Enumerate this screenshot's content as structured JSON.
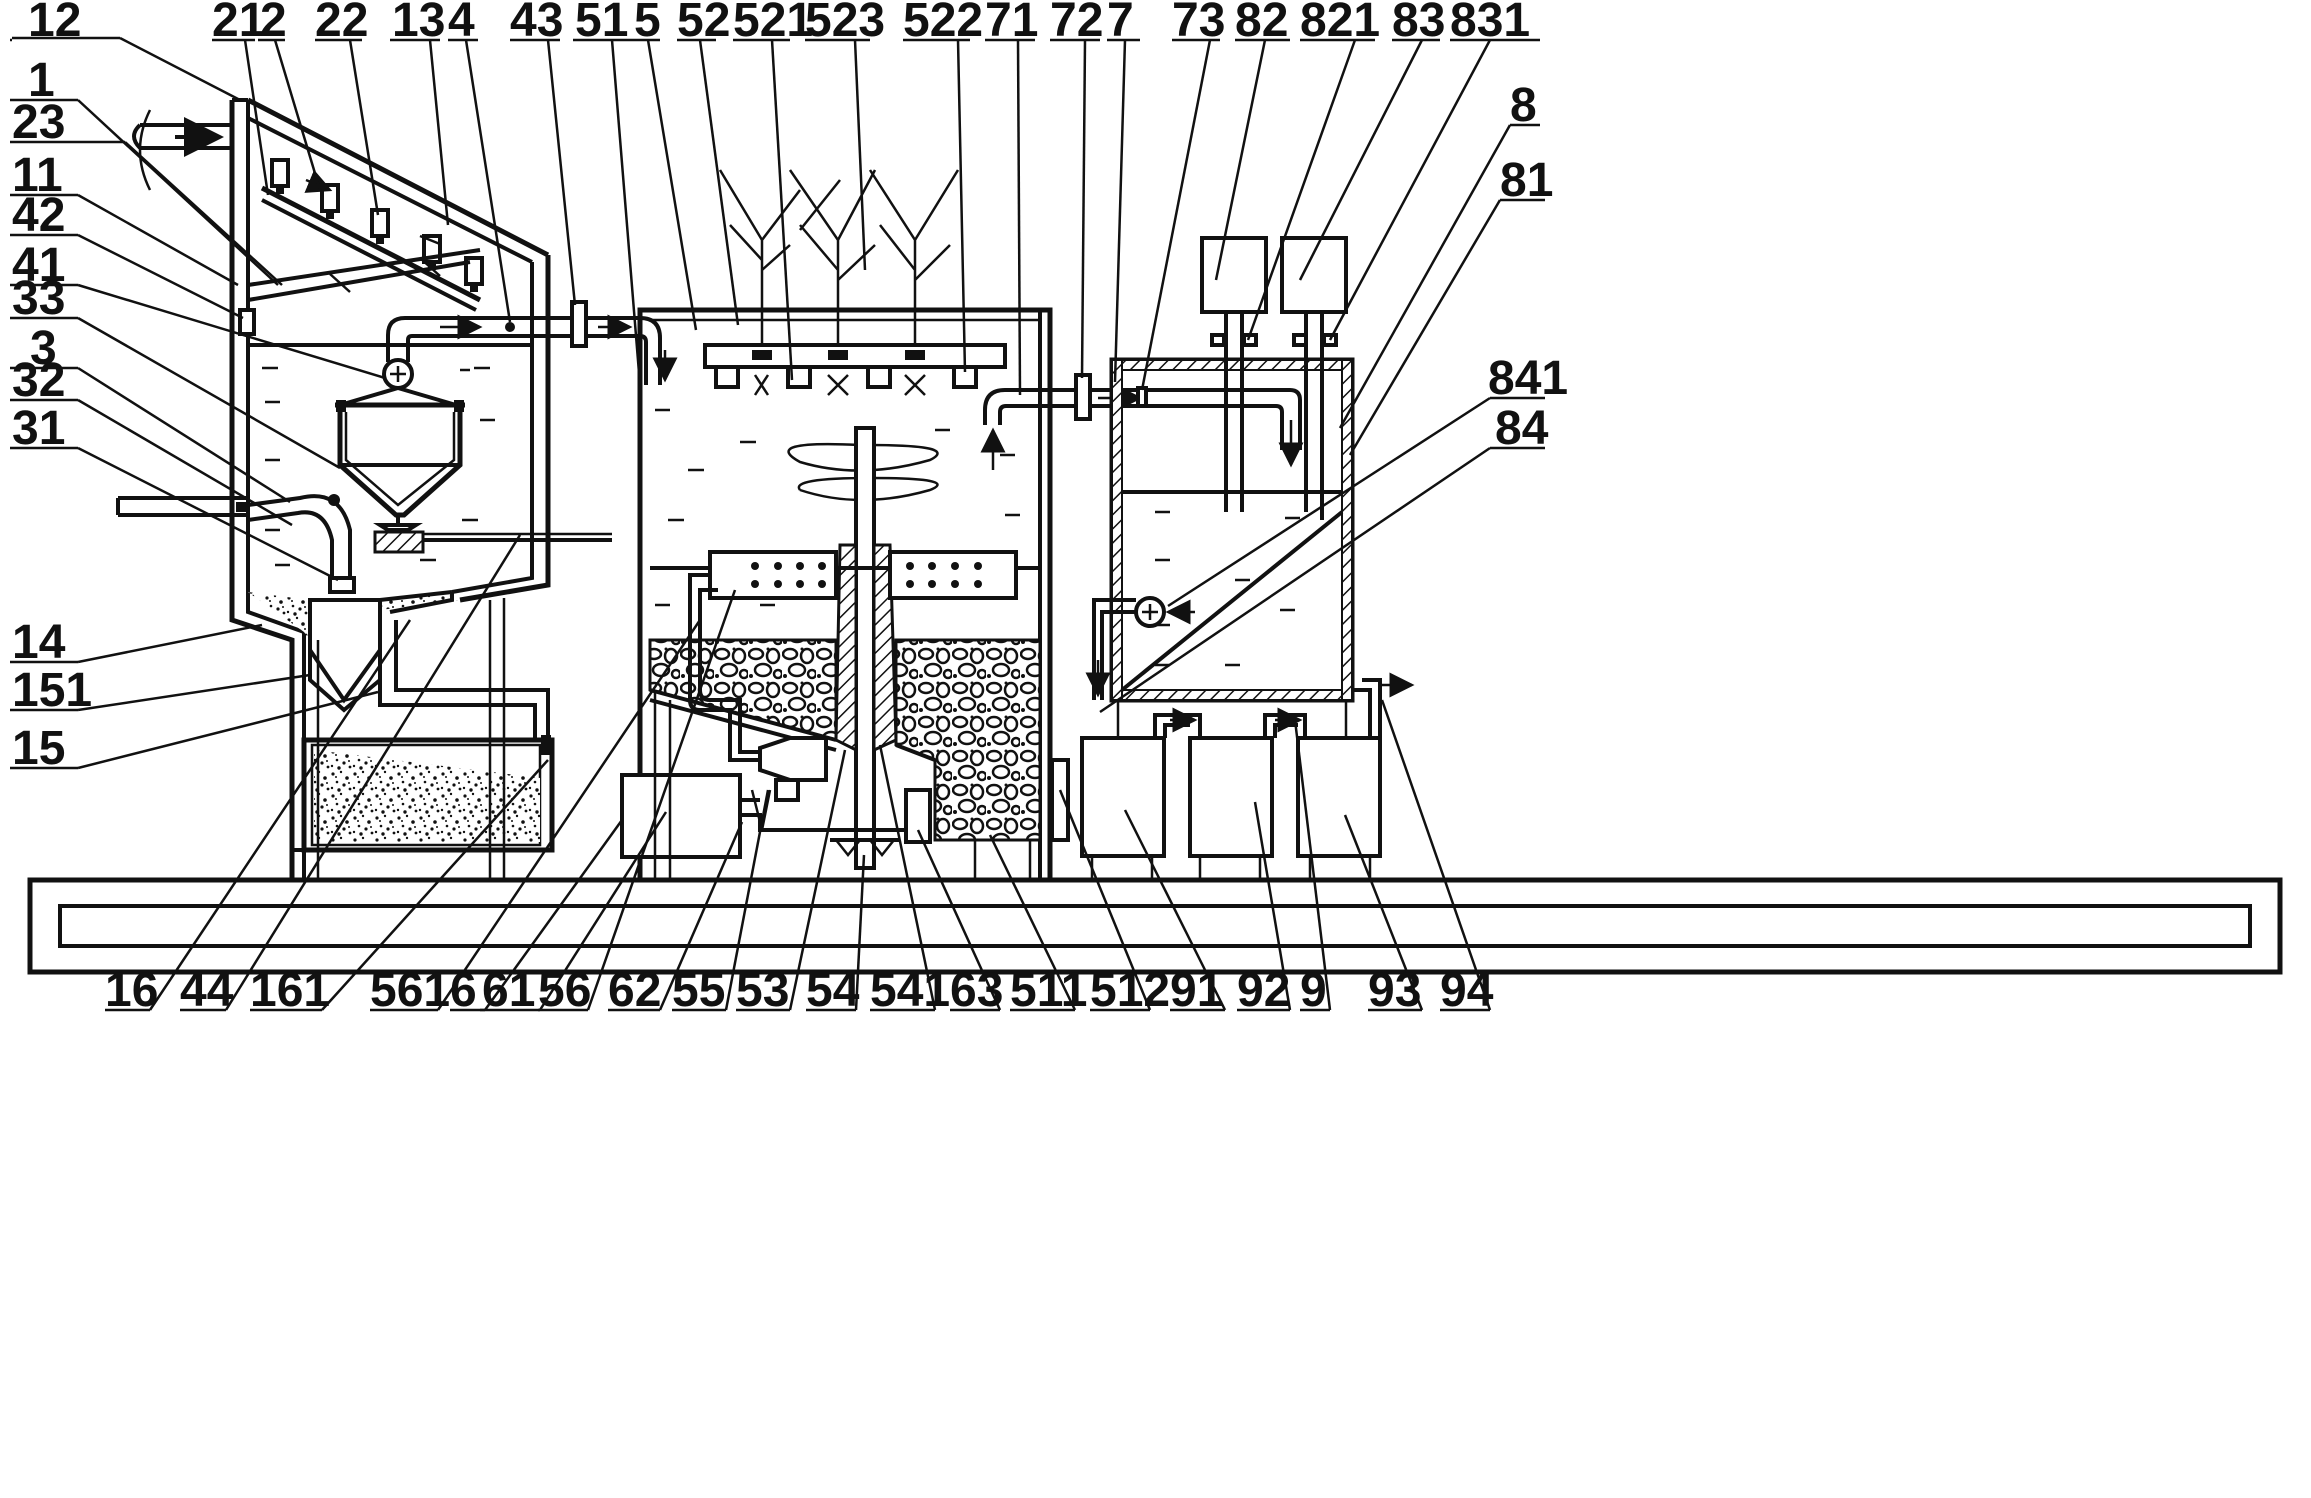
{
  "labels_top": [
    {
      "id": "l12",
      "text": "12"
    },
    {
      "id": "l21",
      "text": "21"
    },
    {
      "id": "l2",
      "text": "2"
    },
    {
      "id": "l22",
      "text": "22"
    },
    {
      "id": "l13",
      "text": "13"
    },
    {
      "id": "l4",
      "text": "4"
    },
    {
      "id": "l43",
      "text": "43"
    },
    {
      "id": "l51",
      "text": "51"
    },
    {
      "id": "l5",
      "text": "5"
    },
    {
      "id": "l52",
      "text": "52"
    },
    {
      "id": "l521",
      "text": "521"
    },
    {
      "id": "l523",
      "text": "523"
    },
    {
      "id": "l522",
      "text": "522"
    },
    {
      "id": "l71",
      "text": "71"
    },
    {
      "id": "l72",
      "text": "72"
    },
    {
      "id": "l7",
      "text": "7"
    },
    {
      "id": "l73",
      "text": "73"
    },
    {
      "id": "l82",
      "text": "82"
    },
    {
      "id": "l821",
      "text": "821"
    },
    {
      "id": "l83",
      "text": "83"
    },
    {
      "id": "l831",
      "text": "831"
    }
  ],
  "labels_left": [
    {
      "id": "l1",
      "text": "1"
    },
    {
      "id": "l23",
      "text": "23"
    },
    {
      "id": "l11",
      "text": "11"
    },
    {
      "id": "l42",
      "text": "42"
    },
    {
      "id": "l41",
      "text": "41"
    },
    {
      "id": "l33",
      "text": "33"
    },
    {
      "id": "l3",
      "text": "3"
    },
    {
      "id": "l32",
      "text": "32"
    },
    {
      "id": "l31",
      "text": "31"
    },
    {
      "id": "l14",
      "text": "14"
    },
    {
      "id": "l151",
      "text": "151"
    },
    {
      "id": "l15",
      "text": "15"
    }
  ],
  "labels_right": [
    {
      "id": "l8",
      "text": "8"
    },
    {
      "id": "l81",
      "text": "81"
    },
    {
      "id": "l841",
      "text": "841"
    },
    {
      "id": "l84",
      "text": "84"
    }
  ],
  "labels_bottom": [
    {
      "id": "l16",
      "text": "16"
    },
    {
      "id": "l44",
      "text": "44"
    },
    {
      "id": "l161",
      "text": "161"
    },
    {
      "id": "l561",
      "text": "561"
    },
    {
      "id": "l6",
      "text": "6"
    },
    {
      "id": "l61",
      "text": "61"
    },
    {
      "id": "l56",
      "text": "56"
    },
    {
      "id": "l62",
      "text": "62"
    },
    {
      "id": "l55",
      "text": "55"
    },
    {
      "id": "l53",
      "text": "53"
    },
    {
      "id": "l54",
      "text": "54"
    },
    {
      "id": "l541",
      "text": "541"
    },
    {
      "id": "l63",
      "text": "63"
    },
    {
      "id": "l511",
      "text": "511"
    },
    {
      "id": "l512",
      "text": "512"
    },
    {
      "id": "l91",
      "text": "91"
    },
    {
      "id": "l92",
      "text": "92"
    },
    {
      "id": "l9",
      "text": "9"
    },
    {
      "id": "l93",
      "text": "93"
    },
    {
      "id": "l94",
      "text": "94"
    }
  ]
}
